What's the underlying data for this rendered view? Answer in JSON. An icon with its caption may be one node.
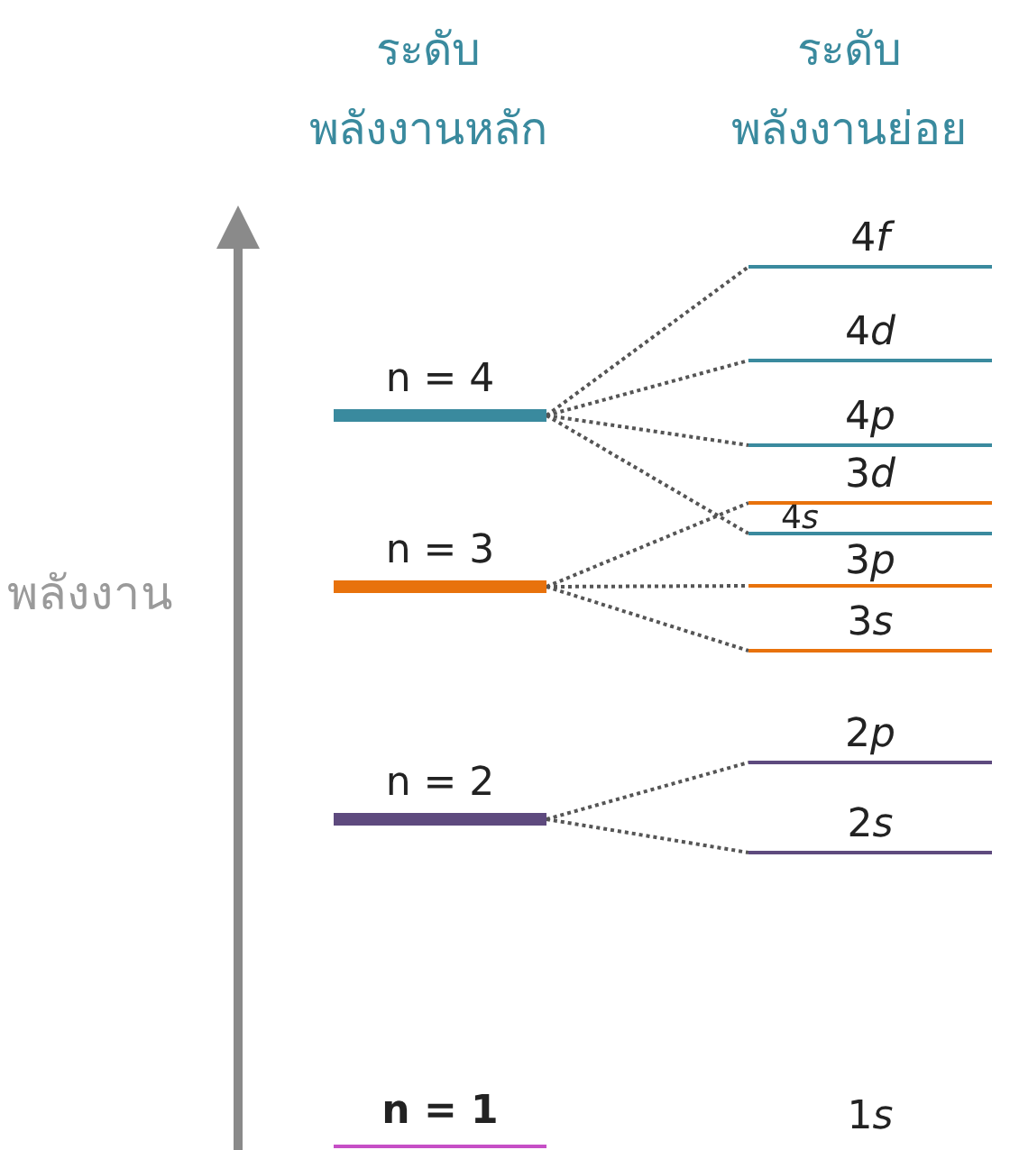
{
  "diagram": {
    "nodes": [
      {
        "text": [
          "n = 4"
        ]
      },
      {
        "text": [
          "n = 3"
        ]
      },
      {
        "text": [
          "n = 2"
        ]
      },
      {
        "text": [
          "n = 1"
        ]
      },
      {
        "text": [
          "4f"
        ]
      },
      {
        "text": [
          "4d"
        ]
      },
      {
        "text": [
          "4p"
        ]
      },
      {
        "text": [
          "3d"
        ]
      },
      {
        "text": [
          "4s"
        ]
      },
      {
        "text": [
          "3p"
        ]
      },
      {
        "text": [
          "3s"
        ]
      },
      {
        "text": [
          "2p"
        ]
      },
      {
        "text": [
          "2s"
        ]
      },
      {
        "text": [
          "1s"
        ]
      }
    ],
    "edges": [
      {
        "from": 0,
        "to": 4,
        "arrow": "none"
      },
      {
        "from": 0,
        "to": 5,
        "arrow": "none"
      },
      {
        "from": 0,
        "to": 6,
        "arrow": "none"
      },
      {
        "from": 0,
        "to": 8,
        "arrow": "none"
      },
      {
        "from": 1,
        "to": 7,
        "arrow": "none"
      },
      {
        "from": 1,
        "to": 9,
        "arrow": "none"
      },
      {
        "from": 1,
        "to": 10,
        "arrow": "none"
      },
      {
        "from": 2,
        "to": 11,
        "arrow": "none"
      },
      {
        "from": 2,
        "to": 12,
        "arrow": "none"
      }
    ],
    "labels": [
      "ระดับ พลังงานหลัก",
      "ระดับ พลังงานย่อย",
      "พลังงาน"
    ]
  }
}
